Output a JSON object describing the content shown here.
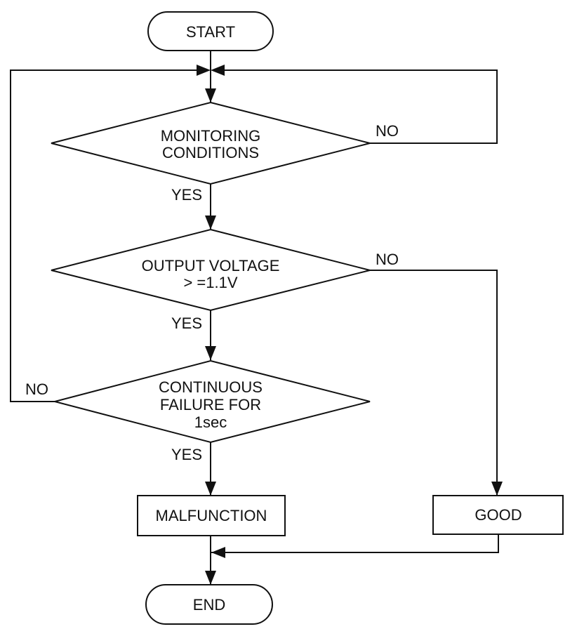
{
  "nodes": {
    "start": "START",
    "end": "END",
    "decision_monitoring": [
      "MONITORING",
      "CONDITIONS"
    ],
    "decision_voltage": [
      "OUTPUT VOLTAGE",
      "> =1.1V"
    ],
    "decision_failure": [
      "CONTINUOUS",
      "FAILURE FOR",
      "1sec"
    ],
    "malfunction": "MALFUNCTION",
    "good": "GOOD"
  },
  "edge_labels": {
    "monitoring_yes": "YES",
    "monitoring_no": "NO",
    "voltage_yes": "YES",
    "voltage_no": "NO",
    "failure_yes": "YES",
    "failure_no": "NO"
  }
}
